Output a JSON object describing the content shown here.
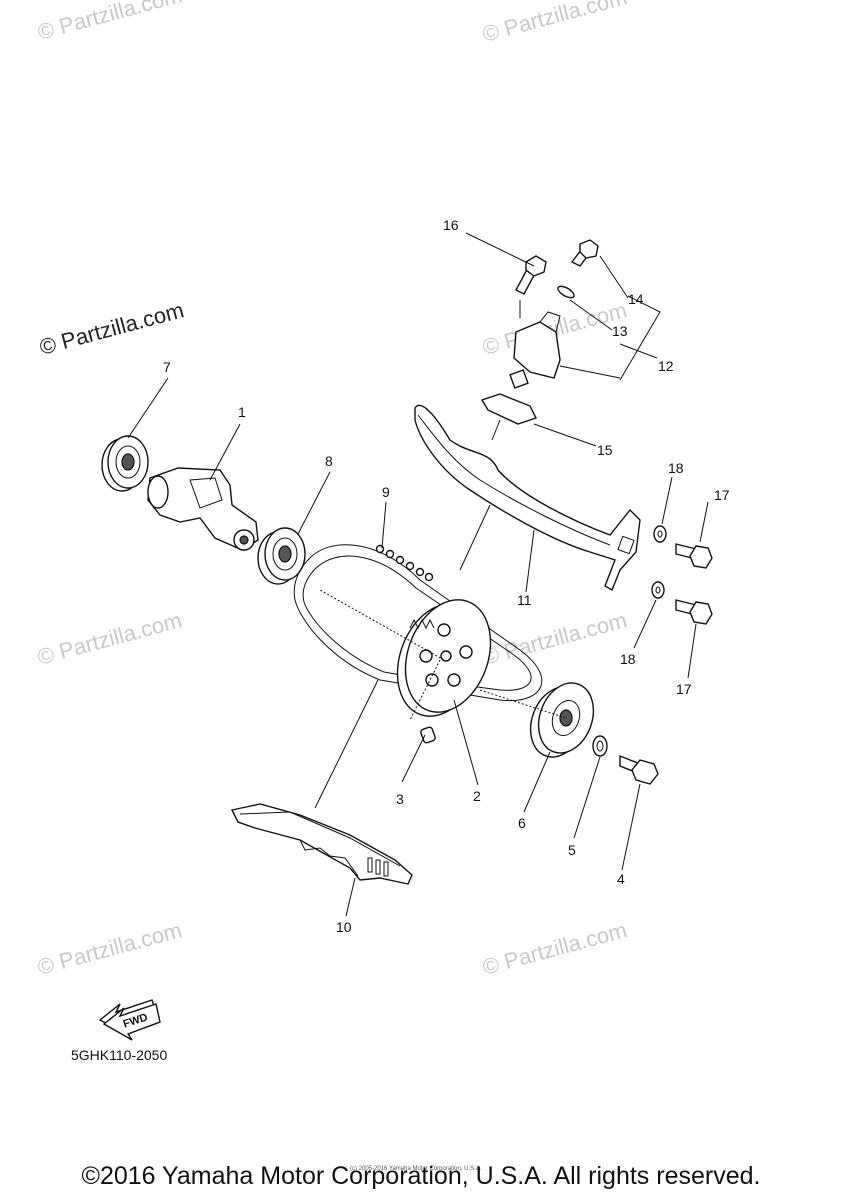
{
  "watermarks": {
    "small": "© Partzilla.com",
    "large": "© Partzilla.com"
  },
  "callouts": [
    {
      "id": "1",
      "label": "1"
    },
    {
      "id": "2",
      "label": "2"
    },
    {
      "id": "3",
      "label": "3"
    },
    {
      "id": "4",
      "label": "4"
    },
    {
      "id": "5",
      "label": "5"
    },
    {
      "id": "6",
      "label": "6"
    },
    {
      "id": "7",
      "label": "7"
    },
    {
      "id": "8",
      "label": "8"
    },
    {
      "id": "9",
      "label": "9"
    },
    {
      "id": "10",
      "label": "10"
    },
    {
      "id": "11",
      "label": "11"
    },
    {
      "id": "12",
      "label": "12"
    },
    {
      "id": "13",
      "label": "13"
    },
    {
      "id": "14",
      "label": "14"
    },
    {
      "id": "15",
      "label": "15"
    },
    {
      "id": "16",
      "label": "16"
    },
    {
      "id": "17a",
      "label": "17"
    },
    {
      "id": "17b",
      "label": "17"
    },
    {
      "id": "18a",
      "label": "18"
    },
    {
      "id": "18b",
      "label": "18"
    }
  ],
  "fwd_arrow_label": "FWD",
  "part_code": "5GHK110-2050",
  "small_notice": "(c) 2005-2016 Yamaha Motor Corporation, U.S.A.",
  "copyright": "©2016 Yamaha Motor Corporation, U.S.A. All rights reserved."
}
